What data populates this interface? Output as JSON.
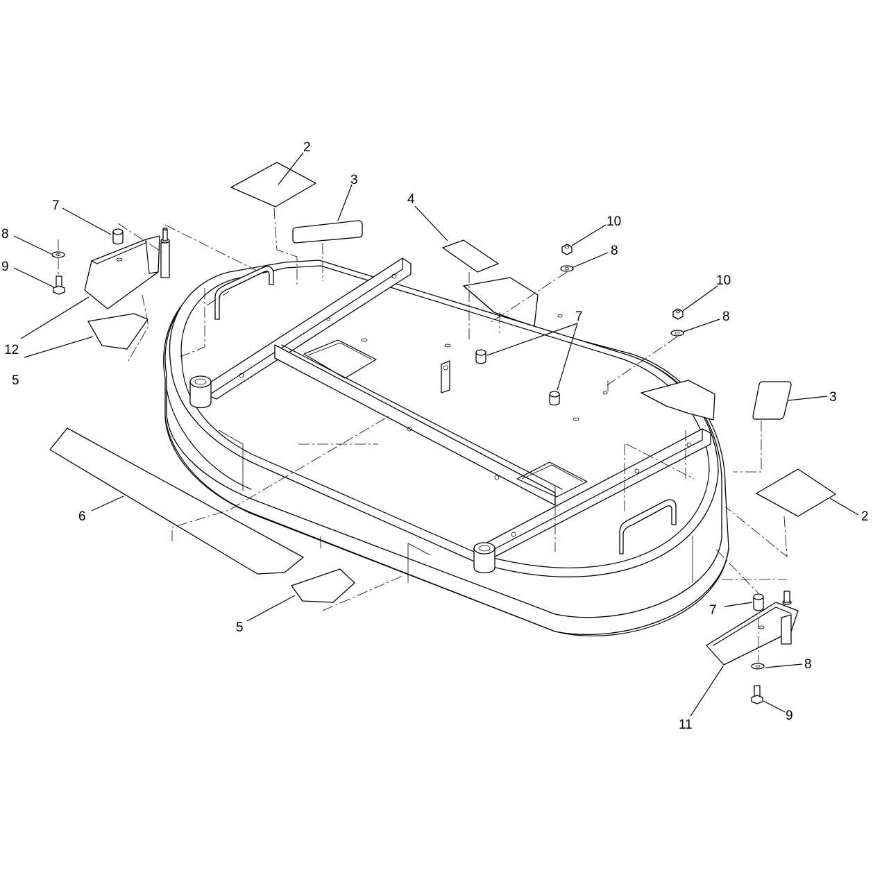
{
  "diagram": {
    "callouts": {
      "c2_top": "2",
      "c3_top": "3",
      "c4": "4",
      "c10_top": "10",
      "c8_top": "8",
      "c7_left": "7",
      "c8_left": "8",
      "c9_left": "9",
      "c12": "12",
      "c5_left": "5",
      "c10_right": "10",
      "c8_right": "8",
      "c7_center": "7",
      "c3_right": "3",
      "c6": "6",
      "c2_right": "2",
      "c7_right": "7",
      "c8_bottom": "8",
      "c9_bottom": "9",
      "c11": "11",
      "c5_bottom": "5"
    },
    "colors": {
      "line": "#000000",
      "background": "#ffffff"
    }
  }
}
